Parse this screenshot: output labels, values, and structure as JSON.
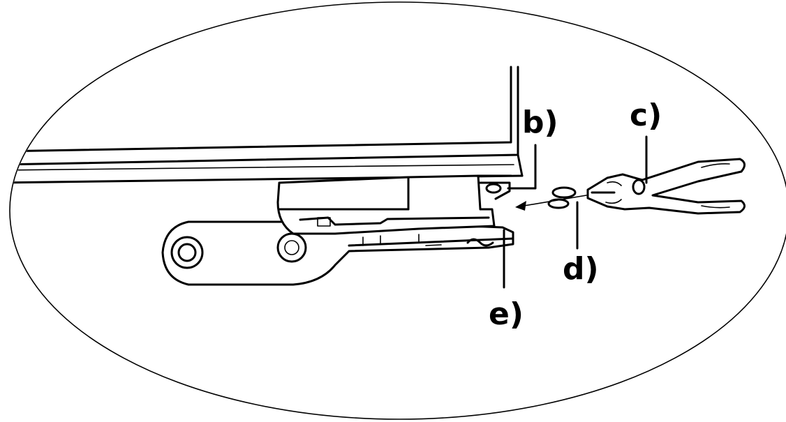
{
  "diagram": {
    "callouts": {
      "b": "b)",
      "c": "c)",
      "d": "d)",
      "e": "e)"
    },
    "colors": {
      "ink": "#000000",
      "paper": "#ffffff"
    }
  }
}
